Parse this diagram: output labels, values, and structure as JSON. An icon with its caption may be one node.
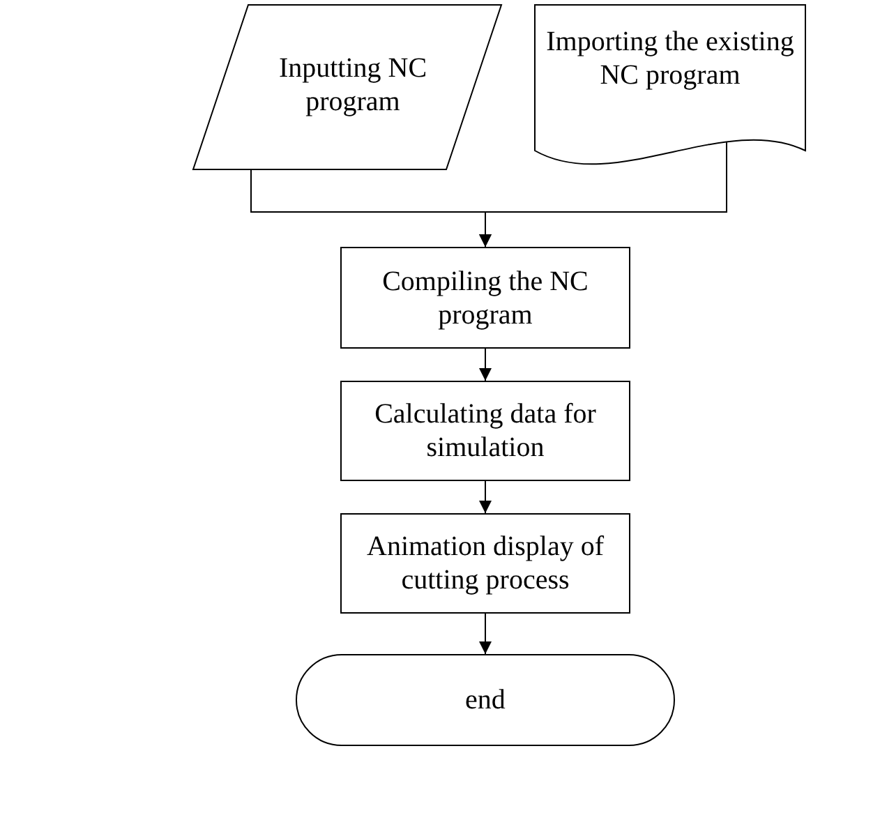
{
  "diagram": {
    "nodes": [
      {
        "text": [
          "Inputting NC program"
        ]
      },
      {
        "text": [
          "Importing the existing NC program"
        ]
      },
      {
        "text": [
          "Compiling the NC program"
        ]
      },
      {
        "text": [
          "Calculating data for simulation"
        ]
      },
      {
        "text": [
          "Animation display of cutting process"
        ]
      },
      {
        "text": [
          "end"
        ]
      }
    ],
    "edges": [
      {
        "from": 0,
        "to": 2,
        "arrow": "to"
      },
      {
        "from": 1,
        "to": 2,
        "arrow": "to"
      },
      {
        "from": 2,
        "to": 3,
        "arrow": "to"
      },
      {
        "from": 3,
        "to": 4,
        "arrow": "to"
      },
      {
        "from": 4,
        "to": 5,
        "arrow": "to"
      }
    ]
  }
}
